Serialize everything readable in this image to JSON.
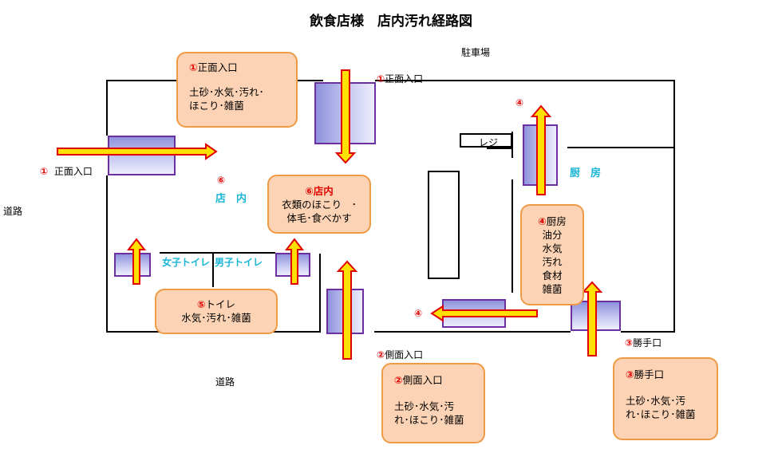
{
  "title": "飲食店様　店内汚れ経路図",
  "labels": {
    "parking": "駐車場",
    "road_left": "道路",
    "road_bottom": "道路",
    "register": "レジ",
    "kitchen": "厨　房",
    "store_num": "⑥",
    "store": "店　内",
    "womens_toilet": "女子トイレ",
    "mens_toilet": "男子トイレ",
    "entrance_top_num": "①",
    "entrance_top": "正面入口",
    "entrance_left_num": "①",
    "entrance_left": "正面入口",
    "side_entrance_num": "②",
    "side_entrance": "側面入口",
    "back_door_num": "③",
    "back_door": "勝手口",
    "kitchen_arrow_num": "④",
    "side_arrow_num": "④"
  },
  "notes": [
    {
      "id": "front",
      "num": "①",
      "heading": "正面入口",
      "body": "土砂･水気･汚れ･\nほこり･雑菌"
    },
    {
      "id": "store",
      "num": "⑥",
      "heading": "店内",
      "body": "衣類のほこり　･\n体毛･食べかす"
    },
    {
      "id": "toilet",
      "num": "⑤",
      "heading": "トイレ",
      "body": "水気･汚れ･雑菌"
    },
    {
      "id": "kitchen",
      "num": "④",
      "heading": "厨房",
      "body": "油分\n水気\n汚れ\n食材\n雑菌"
    },
    {
      "id": "side",
      "num": "②",
      "heading": "側面入口",
      "body": "土砂･水気･汚\nれ･ほこり･雑菌"
    },
    {
      "id": "back",
      "num": "③",
      "heading": "勝手口",
      "body": "土砂･水気･汚\nれ･ほこり･雑菌"
    }
  ],
  "colors": {
    "arrow_fill": "#ffe000",
    "arrow_border": "#e00000",
    "note_fill": "#fcd3b4",
    "note_border": "#ef9a45",
    "door_border": "#6b2fa0",
    "label_cyan": "#1ab6d6",
    "number_red": "#e00000"
  }
}
